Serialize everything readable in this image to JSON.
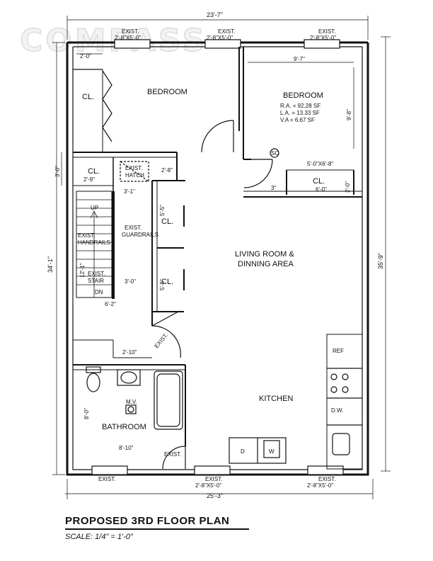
{
  "watermark": "COMPASS",
  "title": "PROPOSED 3RD FLOOR PLAN",
  "scale": "SCALE: 1/4\" = 1'-0\"",
  "rooms": {
    "bedroom_left": "BEDROOM",
    "bedroom_right": "BEDROOM",
    "living_line1": "LIVING ROOM &",
    "living_line2": "DINNING AREA",
    "kitchen": "KITCHEN",
    "bathroom": "BATHROOM"
  },
  "bedroom_stats": {
    "ra": "R.A. = 92.28 SF",
    "la": "L.A. = 13.33 SF",
    "va": "V.A = 6.67 SF"
  },
  "closets": {
    "cl_a": "CL.",
    "cl_b": "CL.",
    "cl_c": "CL.",
    "cl_d": "CL.",
    "cl_e": "CL."
  },
  "dimensions": {
    "top_overall": "23'-7\"",
    "bottom_overall": "25'-3\"",
    "left_overall": "34'-1\"",
    "right_overall": "35'-9\"",
    "left_3_0": "3'-0\"",
    "bed_2_0": "2'-0\"",
    "bed_9_7": "9'-7\"",
    "bed_9_8": "9'-8\"",
    "cl_2_8": "2'-8\"",
    "cl_2_9": "2'-9\"",
    "d_3_1": "3'-1\"",
    "d_5_0x6_8": "5'-0\"X6'-8\"",
    "d_2_0v": "2'-0\"",
    "d_6_0": "6'-0\"",
    "d_3": "3\"",
    "d_5_5a": "5'-5\"",
    "d_5_5b": "5'-5\"",
    "d_3_0": "3'-0\"",
    "d_6_2": "6'-2\"",
    "d_12_1": "12'-1\"",
    "d_2_10": "2'-10\"",
    "d_8_0": "8'-0\"",
    "d_8_10": "8'-10\""
  },
  "windows": {
    "top1_a": "EXIST.",
    "top1_b": "2'-8\"X5'-0\"",
    "top2_a": "EXIST.",
    "top2_b": "2'-8\"X5'-0\"",
    "top3_a": "EXIST.",
    "top3_b": "2'-8\"X5'-0\"",
    "bot1": "EXIST.",
    "bot2_a": "EXIST.",
    "bot2_b": "2'-8\"X5'-0\"",
    "bot3_a": "EXIST.",
    "bot3_b": "2'-8\"X5'-0\""
  },
  "notes": {
    "exist_hatch_a": "EXIST.",
    "exist_hatch_b": "HATCH",
    "handrails_a": "EXIST.",
    "handrails_b": "HANDRAILS",
    "guardrails_a": "EXIST.",
    "guardrails_b": "GUARDRAILS",
    "stair_a": "EXIST.",
    "stair_b": "STAIR",
    "dn": "DN",
    "up": "UP",
    "exist_door": "EXIST.",
    "exist_bath_door": "EXIST.",
    "sc": "SC",
    "mv": "M.V."
  },
  "appliances": {
    "ref": "REF",
    "dw": "D.W.",
    "d": "D",
    "w": "W"
  }
}
